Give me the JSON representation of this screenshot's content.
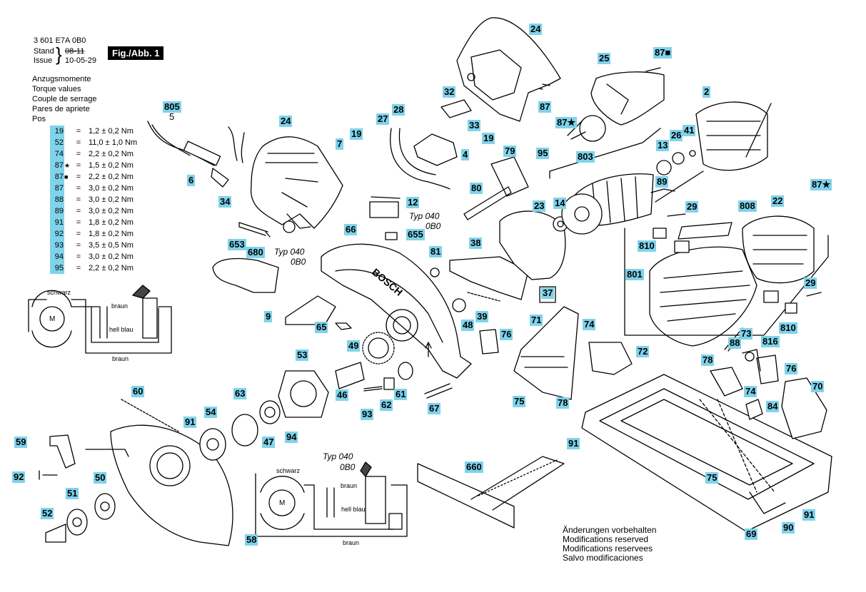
{
  "header": {
    "part_number": "3 601 E7A 0B0",
    "stand_label": "Stand",
    "issue_label": "Issue",
    "stand_value_struck": "08-11",
    "issue_value": "10-05-29",
    "figure_tag": "Fig./Abb. 1"
  },
  "torque": {
    "titles": [
      "Anzugsmomente",
      "Torque values",
      "Couple de serrage",
      "Pares de apriete",
      "Pos"
    ],
    "rows": [
      {
        "pos": "19",
        "mark": "",
        "value": "1,2 ± 0,2 Nm"
      },
      {
        "pos": "52",
        "mark": "",
        "value": "11,0 ± 1,0 Nm"
      },
      {
        "pos": "74",
        "mark": "",
        "value": "2,2 ± 0,2 Nm"
      },
      {
        "pos": "87",
        "mark": "★",
        "value": "1,5 ± 0,2 Nm"
      },
      {
        "pos": "87",
        "mark": "■",
        "value": "2,2 ± 0,2 Nm"
      },
      {
        "pos": "87",
        "mark": "",
        "value": "3,0 ± 0,2 Nm"
      },
      {
        "pos": "88",
        "mark": "",
        "value": "3,0 ± 0,2 Nm"
      },
      {
        "pos": "89",
        "mark": "",
        "value": "3,0 ± 0,2 Nm"
      },
      {
        "pos": "91",
        "mark": "",
        "value": "1,8 ± 0,2 Nm"
      },
      {
        "pos": "92",
        "mark": "",
        "value": "1,8 ± 0,2 Nm"
      },
      {
        "pos": "93",
        "mark": "",
        "value": "3,5 ± 0,5 Nm"
      },
      {
        "pos": "94",
        "mark": "",
        "value": "3,0 ± 0,2 Nm"
      },
      {
        "pos": "95",
        "mark": "",
        "value": "2,2 ± 0,2 Nm"
      }
    ]
  },
  "wiring": {
    "wire_black": "schwarz",
    "wire_brown": "braun",
    "wire_light_blue": "hell blau",
    "motor_symbol": "M",
    "type_label": "Typ 040",
    "type_code": "0B0"
  },
  "typ_notes": {
    "t1_label": "Typ 040",
    "t1_code": "0B0",
    "t2_label": "Typ 040",
    "t2_code": "0B0"
  },
  "brand_mark": "BOSCH",
  "part_labels": [
    {
      "id": "p24a",
      "text": "24"
    },
    {
      "id": "p87sq",
      "text": "87■"
    },
    {
      "id": "p25",
      "text": "25"
    },
    {
      "id": "p32",
      "text": "32"
    },
    {
      "id": "p87a",
      "text": "87"
    },
    {
      "id": "p2",
      "text": "2"
    },
    {
      "id": "p805",
      "text": "805"
    },
    {
      "id": "p24b",
      "text": "24"
    },
    {
      "id": "p27",
      "text": "27"
    },
    {
      "id": "p28",
      "text": "28"
    },
    {
      "id": "p33",
      "text": "33"
    },
    {
      "id": "p87st",
      "text": "87★"
    },
    {
      "id": "p26",
      "text": "26"
    },
    {
      "id": "p41",
      "text": "41"
    },
    {
      "id": "p7",
      "text": "7"
    },
    {
      "id": "p19a",
      "text": "19"
    },
    {
      "id": "p19b",
      "text": "19"
    },
    {
      "id": "p4",
      "text": "4"
    },
    {
      "id": "p13",
      "text": "13"
    },
    {
      "id": "p6",
      "text": "6"
    },
    {
      "id": "p79",
      "text": "79"
    },
    {
      "id": "p95",
      "text": "95"
    },
    {
      "id": "p803",
      "text": "803"
    },
    {
      "id": "p34",
      "text": "34"
    },
    {
      "id": "p89",
      "text": "89"
    },
    {
      "id": "p87st2",
      "text": "87★"
    },
    {
      "id": "p12",
      "text": "12"
    },
    {
      "id": "p80",
      "text": "80"
    },
    {
      "id": "p14",
      "text": "14"
    },
    {
      "id": "p22",
      "text": "22"
    },
    {
      "id": "p23",
      "text": "23"
    },
    {
      "id": "p29a",
      "text": "29"
    },
    {
      "id": "p808",
      "text": "808"
    },
    {
      "id": "p66",
      "text": "66"
    },
    {
      "id": "p655",
      "text": "655"
    },
    {
      "id": "p653",
      "text": "653"
    },
    {
      "id": "p38",
      "text": "38"
    },
    {
      "id": "p810a",
      "text": "810"
    },
    {
      "id": "p680",
      "text": "680"
    },
    {
      "id": "p81",
      "text": "81"
    },
    {
      "id": "p801",
      "text": "801"
    },
    {
      "id": "p37",
      "text": "37"
    },
    {
      "id": "p29b",
      "text": "29"
    },
    {
      "id": "p39",
      "text": "39"
    },
    {
      "id": "p9",
      "text": "9"
    },
    {
      "id": "p71",
      "text": "71"
    },
    {
      "id": "p74a",
      "text": "74"
    },
    {
      "id": "p65",
      "text": "65"
    },
    {
      "id": "p48",
      "text": "48"
    },
    {
      "id": "p76a",
      "text": "76"
    },
    {
      "id": "p810b",
      "text": "810"
    },
    {
      "id": "p73",
      "text": "73"
    },
    {
      "id": "p816",
      "text": "816"
    },
    {
      "id": "p49",
      "text": "49"
    },
    {
      "id": "p72",
      "text": "72"
    },
    {
      "id": "p88",
      "text": "88"
    },
    {
      "id": "p53",
      "text": "53"
    },
    {
      "id": "p78a",
      "text": "78"
    },
    {
      "id": "p76b",
      "text": "76"
    },
    {
      "id": "p46",
      "text": "46"
    },
    {
      "id": "p61",
      "text": "61"
    },
    {
      "id": "p60",
      "text": "60"
    },
    {
      "id": "p63",
      "text": "63"
    },
    {
      "id": "p74b",
      "text": "74"
    },
    {
      "id": "p70",
      "text": "70"
    },
    {
      "id": "p62",
      "text": "62"
    },
    {
      "id": "p75a",
      "text": "75"
    },
    {
      "id": "p78b",
      "text": "78"
    },
    {
      "id": "p84",
      "text": "84"
    },
    {
      "id": "p93",
      "text": "93"
    },
    {
      "id": "p67",
      "text": "67"
    },
    {
      "id": "p91a",
      "text": "91"
    },
    {
      "id": "p54",
      "text": "54"
    },
    {
      "id": "p94",
      "text": "94"
    },
    {
      "id": "p59",
      "text": "59"
    },
    {
      "id": "p47",
      "text": "47"
    },
    {
      "id": "p91b",
      "text": "91"
    },
    {
      "id": "p92",
      "text": "92"
    },
    {
      "id": "p50",
      "text": "50"
    },
    {
      "id": "p660",
      "text": "660"
    },
    {
      "id": "p51",
      "text": "51"
    },
    {
      "id": "p75b",
      "text": "75"
    },
    {
      "id": "p52",
      "text": "52"
    },
    {
      "id": "p58",
      "text": "58"
    },
    {
      "id": "p91c",
      "text": "91"
    },
    {
      "id": "p90",
      "text": "90"
    },
    {
      "id": "p69",
      "text": "69"
    }
  ],
  "plain_labels": [
    {
      "id": "n5",
      "text": "5"
    }
  ],
  "footer": {
    "lines": [
      "Änderungen vorbehalten",
      "Modifications reserved",
      "Modifications reservees",
      "Salvo modificaciones"
    ]
  }
}
